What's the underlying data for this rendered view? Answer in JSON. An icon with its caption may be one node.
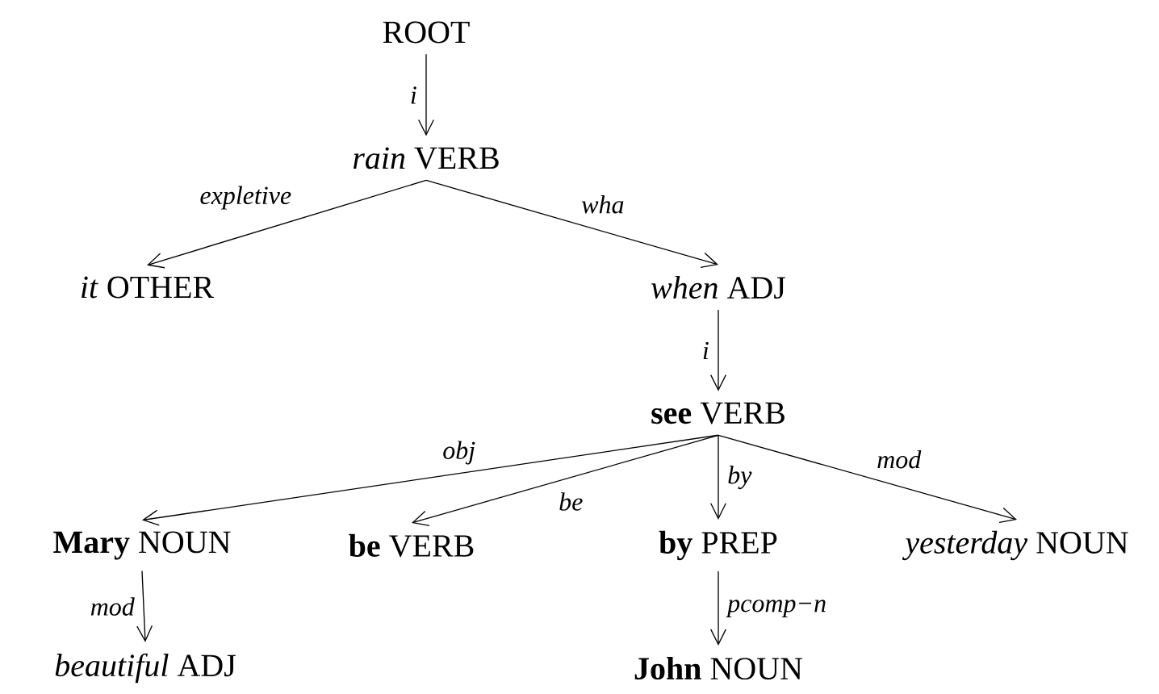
{
  "diagram": {
    "nodes": [
      {
        "text": [
          "ROOT"
        ]
      },
      {
        "text": [
          "*rain* VERB"
        ]
      },
      {
        "text": [
          "*it* OTHER"
        ]
      },
      {
        "text": [
          "*when* ADJ"
        ]
      },
      {
        "text": [
          "**see** VERB"
        ]
      },
      {
        "text": [
          "**Mary** NOUN"
        ]
      },
      {
        "text": [
          "**be** VERB"
        ]
      },
      {
        "text": [
          "**by** PREP"
        ]
      },
      {
        "text": [
          "*yesterday* NOUN"
        ]
      },
      {
        "text": [
          "*beautiful* ADJ"
        ]
      },
      {
        "text": [
          "**John** NOUN"
        ]
      }
    ],
    "edges": [
      {
        "from": 0,
        "to": 1,
        "arrow": "to",
        "label": "i"
      },
      {
        "from": 1,
        "to": 2,
        "arrow": "to",
        "label": "expletive"
      },
      {
        "from": 1,
        "to": 3,
        "arrow": "to",
        "label": "wha"
      },
      {
        "from": 3,
        "to": 4,
        "arrow": "to",
        "label": "i"
      },
      {
        "from": 4,
        "to": 5,
        "arrow": "to",
        "label": "obj"
      },
      {
        "from": 4,
        "to": 6,
        "arrow": "to",
        "label": "be"
      },
      {
        "from": 4,
        "to": 7,
        "arrow": "to",
        "label": "by"
      },
      {
        "from": 4,
        "to": 8,
        "arrow": "to",
        "label": "mod"
      },
      {
        "from": 5,
        "to": 9,
        "arrow": "to",
        "label": "mod"
      },
      {
        "from": 7,
        "to": 10,
        "arrow": "to",
        "label": "pcomp−n"
      }
    ]
  }
}
